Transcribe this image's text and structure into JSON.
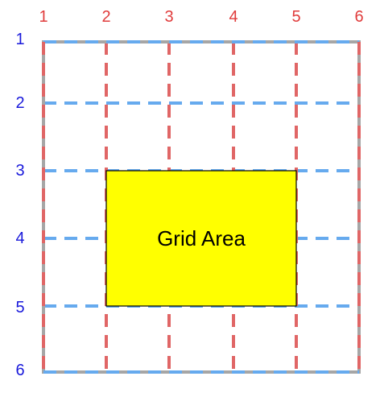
{
  "columns": {
    "labels": [
      "1",
      "2",
      "3",
      "4",
      "5",
      "6"
    ],
    "color": "#e03c3c",
    "line_color": "#e06666"
  },
  "rows": {
    "labels": [
      "1",
      "2",
      "3",
      "4",
      "5",
      "6"
    ],
    "color": "#1a1adb",
    "line_color": "#66aaee"
  },
  "border_color": "#a6a6a6",
  "grid_area": {
    "label": "Grid Area",
    "fill": "#ffff00",
    "stroke": "#000000",
    "column_start": 2,
    "column_end": 5,
    "row_start": 3,
    "row_end": 5
  }
}
